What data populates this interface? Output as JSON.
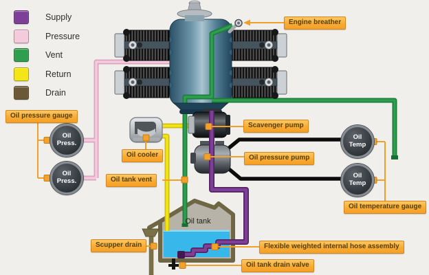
{
  "colors": {
    "supply": "#7d3f98",
    "pressure": "#f3cbdd",
    "vent": "#2f9e4f",
    "return": "#f4e616",
    "drain": "#6b5836",
    "accent": "#f0a028",
    "label_bg": "#f8ab33",
    "label_border": "#d2861c",
    "label_text": "#553f07",
    "background": "#f0efec",
    "cable_black": "#0d0d0d",
    "oil_blue": "#38b7ea",
    "tank_shell": "#6e6644"
  },
  "legend": {
    "items": [
      {
        "label": "Supply"
      },
      {
        "label": "Pressure"
      },
      {
        "label": "Vent"
      },
      {
        "label": "Return"
      },
      {
        "label": "Drain"
      }
    ]
  },
  "labels": {
    "engine_breather": "Engine breather",
    "oil_pressure_gauge": "Oil pressure gauge",
    "scavenger_pump": "Scavenger pump",
    "oil_cooler": "Oil cooler",
    "oil_pressure_pump": "Oil pressure pump",
    "oil_tank_vent": "Oil tank vent",
    "oil_temperature_gauge": "Oil temperature gauge",
    "oil_tank": "Oil tank",
    "scupper_drain": "Scupper drain",
    "flexible_hose": "Flexible weighted internal hose assembly",
    "oil_tank_drain_valve": "Oil tank drain valve"
  },
  "gauges": {
    "press": {
      "line1": "Oil",
      "line2": "Press."
    },
    "temp": {
      "line1": "Oil",
      "line2": "Temp"
    }
  }
}
